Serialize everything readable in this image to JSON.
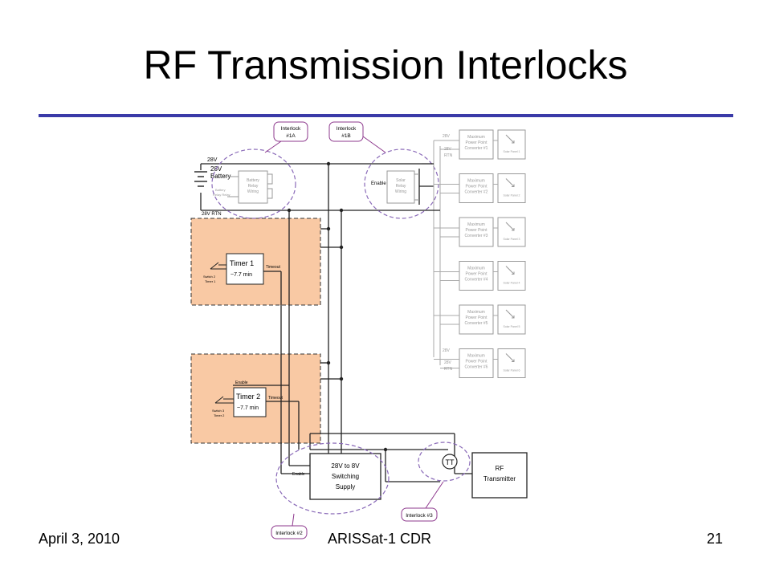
{
  "slide": {
    "title": "RF Transmission Interlocks",
    "date": "April 3, 2010",
    "footer_center": "ARISSat-1 CDR",
    "page_number": "21"
  },
  "colors": {
    "title_rule": "#3a3aa8",
    "timer_fill": "#f9c9a4",
    "callout_border": "#8e3a8e",
    "dashed_circle": "#8a6ab8",
    "muted": "#999999"
  },
  "diagram": {
    "interlocks": {
      "i1a_line1": "Interlock",
      "i1a_line2": "#1A",
      "i1b_line1": "Interlock",
      "i1b_line2": "#1B",
      "i2": "Interlock #2",
      "i3": "Interlock #3"
    },
    "battery": {
      "bus_label": "28V",
      "name_line1": "28V",
      "name_line2": "Battery",
      "relay_line1": "Battery",
      "relay_line2": "Relay",
      "relay_line3": "Wiring",
      "return_label": "28V RTN",
      "side_line1": "Battery",
      "side_line2": "Relay Relay"
    },
    "solar_relay": {
      "enable": "Enable",
      "line1": "Solar",
      "line2": "Relay",
      "line3": "Wiring"
    },
    "timer1": {
      "name": "Timer 1",
      "time": "~7.7 min",
      "timeout": "Timeout",
      "switch_line1": "Switch 2",
      "switch_line2": "Timer 1"
    },
    "timer2": {
      "name": "Timer 2",
      "time": "~7.7 min",
      "timeout": "Timeout",
      "enable": "Enable",
      "switch_line1": "Switch 3",
      "switch_line2": "Timer 2"
    },
    "supply": {
      "line1": "28V to 8V",
      "line2": "Switching",
      "line3": "Supply",
      "enable": "Enable"
    },
    "rf": {
      "line1": "RF",
      "line2": "Transmitter",
      "relay_mark": "TT"
    },
    "mppt": {
      "line1": "Maximum",
      "line2": "Power Point",
      "converters": [
        "Converter #1",
        "Converter #2",
        "Converter #3",
        "Converter #4",
        "Converter #5",
        "Converter #6"
      ],
      "panels": [
        "Solar Panel 1",
        "Solar Panel 2",
        "Solar Panel 3",
        "Solar Panel 4",
        "Solar Panel 5",
        "Solar Panel 6"
      ],
      "top_label1": "28V",
      "top_label2": "28V",
      "top_label3": "RTN",
      "bottom_label1": "28V",
      "bottom_label2": "28V",
      "bottom_label3": "RTN"
    }
  }
}
